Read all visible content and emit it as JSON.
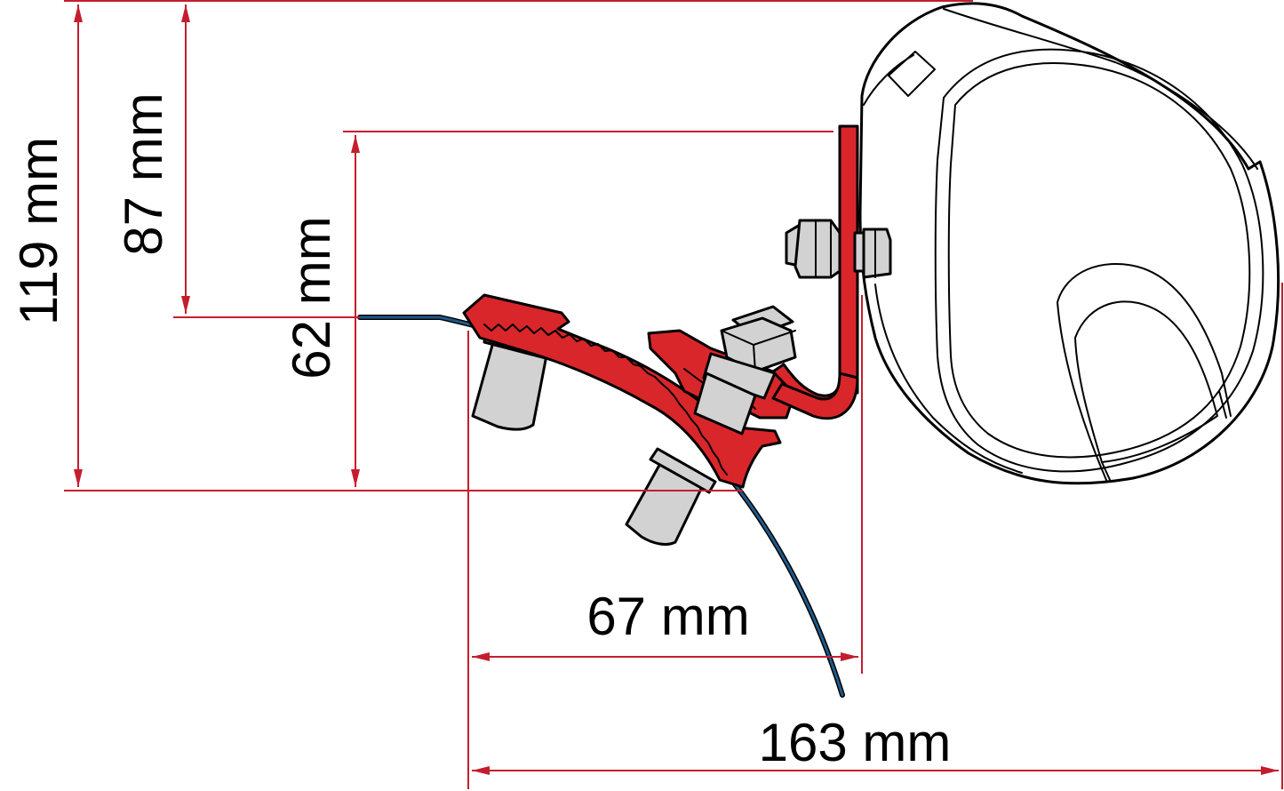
{
  "dimensions": {
    "height_total": "119 mm",
    "height_upper": "87 mm",
    "height_bracket": "62 mm",
    "width_bracket": "67 mm",
    "width_total": "163 mm"
  },
  "colors": {
    "dimension": "#c41e2e",
    "bracket": "#d9262a",
    "bolt": "#d2d2d2",
    "roof_panel": "#1d5a8c",
    "outline": "#000000",
    "housing": "#ffffff"
  }
}
